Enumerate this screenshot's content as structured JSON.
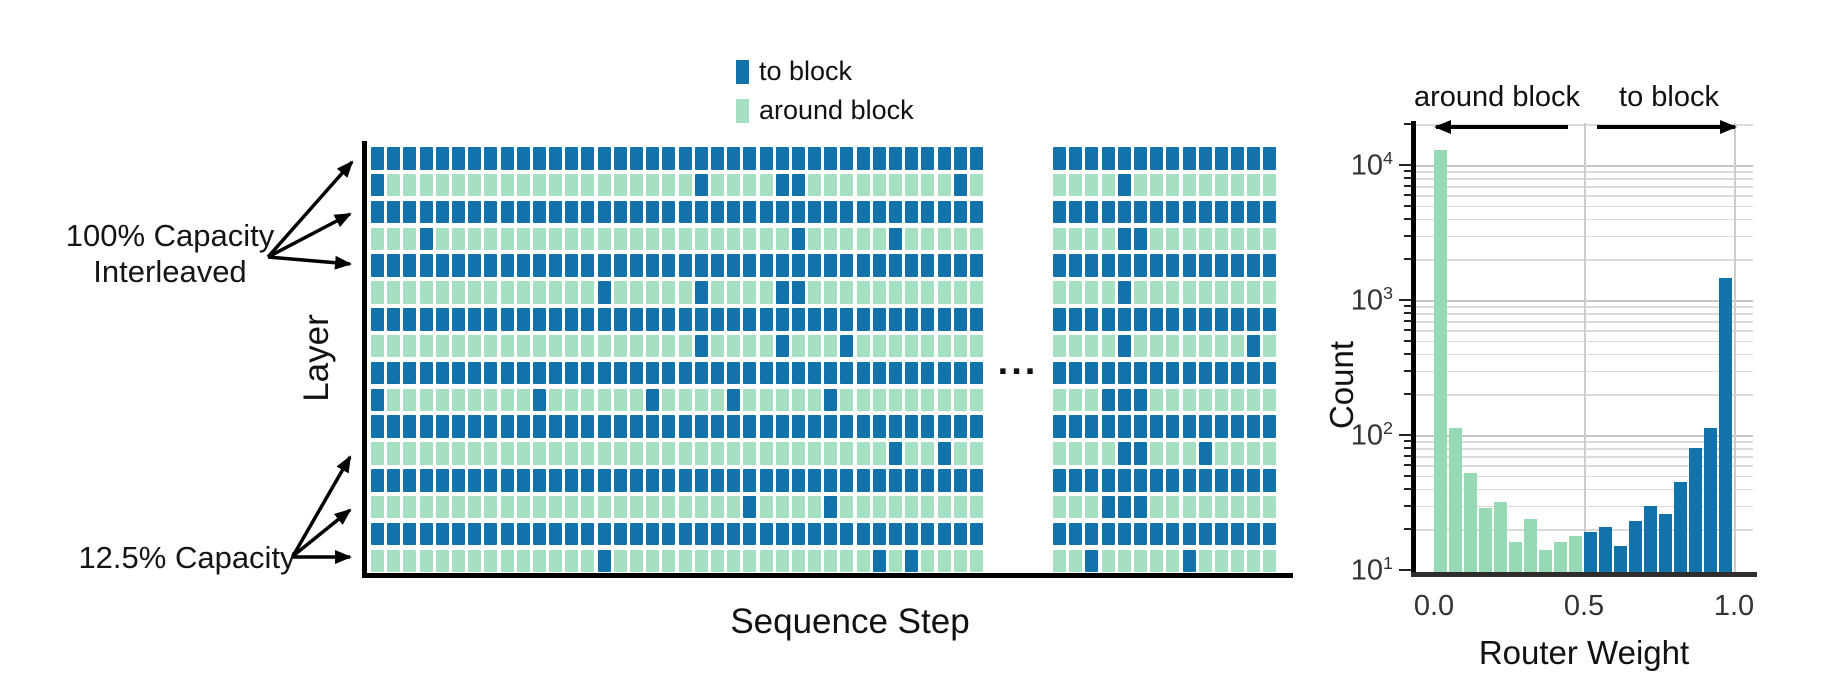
{
  "colors": {
    "blue": "#1173a9",
    "grid_green": "#a6e0c2",
    "hist_green": "#96d9b4",
    "gridline_minor": "#dadada",
    "gridline_major": "#c6c6c6",
    "spine": "#000000"
  },
  "legend": {
    "items": [
      {
        "label": "to block",
        "color_key": "blue"
      },
      {
        "label": "around block",
        "color_key": "grid_green"
      }
    ]
  },
  "routing_diagram": {
    "annotation_100_line1": "100% Capacity",
    "annotation_100_line2": "Interleaved",
    "annotation_125": "12.5% Capacity",
    "ylabel": "Layer",
    "xlabel": "Sequence Step",
    "ellipsis": "..."
  },
  "histogram": {
    "annotation_left": "around block",
    "annotation_right": "to block",
    "ylabel": "Count",
    "xlabel": "Router Weight",
    "x_tick_labels": [
      "0.0",
      "0.5",
      "1.0"
    ],
    "x_tick_values": [
      0.0,
      0.5,
      1.0
    ],
    "y_tick_exponents": [
      1,
      2,
      3,
      4
    ]
  },
  "chart_data": [
    {
      "type": "heatmap",
      "title": "Token routing per layer over sequence steps (1 = to block / blue, 0 = around block / green)",
      "xlabel": "Sequence Step",
      "ylabel": "Layer",
      "legend": {
        "to_block": "blue",
        "around_block": "green"
      },
      "main_block": {
        "cols": 38,
        "rows": [
          "ALL",
          [
            1,
            21,
            26,
            27,
            37
          ],
          "ALL",
          [
            4,
            27,
            33
          ],
          "ALL",
          [
            15,
            21,
            26,
            27
          ],
          "ALL",
          [
            21,
            26,
            30
          ],
          "ALL",
          [
            1,
            11,
            18,
            23,
            29
          ],
          "ALL",
          [
            33,
            36
          ],
          "ALL",
          [
            24,
            29
          ],
          "ALL",
          [
            15,
            32,
            34
          ]
        ]
      },
      "tail_block": {
        "cols": 14,
        "rows": [
          "ALL",
          [
            5
          ],
          "ALL",
          [
            5,
            6
          ],
          "ALL",
          [
            5
          ],
          "ALL",
          [
            5,
            13
          ],
          "ALL",
          [
            4,
            5,
            6
          ],
          "ALL",
          [
            5,
            6,
            10
          ],
          "ALL",
          [
            4,
            5,
            6
          ],
          "ALL",
          [
            3,
            9
          ]
        ]
      },
      "row_semantics": {
        "blue_rows_label": "100% Capacity Interleaved",
        "green_rows_label": "12.5% Capacity"
      }
    },
    {
      "type": "bar",
      "title": "Router weight distribution",
      "xlabel": "Router Weight",
      "ylabel": "Count",
      "yscale": "log",
      "ylim": [
        10,
        20000
      ],
      "xlim": [
        0.0,
        1.0
      ],
      "bin_width": 0.05,
      "x_ticks": [
        0.0,
        0.5,
        1.0
      ],
      "grid": true,
      "series": [
        {
          "name": "around block",
          "range": [
            0.0,
            0.5
          ],
          "values": [
            13000,
            113,
            52,
            29,
            32,
            16,
            24,
            14,
            16,
            18
          ]
        },
        {
          "name": "to block",
          "range": [
            0.5,
            1.0
          ],
          "values": [
            19,
            21,
            15,
            23,
            30,
            26,
            45,
            80,
            112,
            1450
          ]
        }
      ]
    }
  ]
}
